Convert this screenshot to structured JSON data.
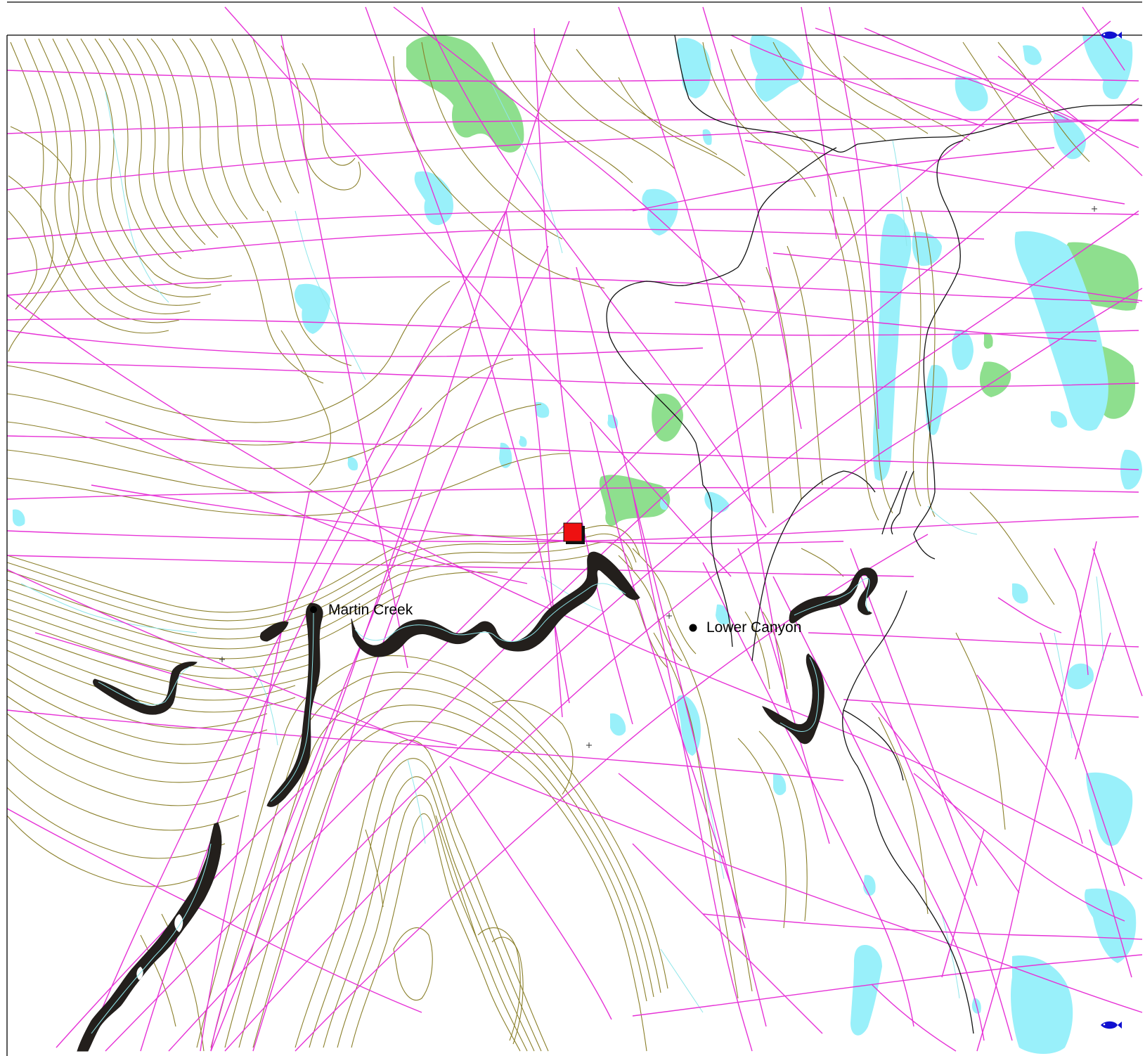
{
  "map": {
    "places": [
      {
        "id": "martin-creek",
        "label": "Martin Creek"
      },
      {
        "id": "lower-canyon",
        "label": "Lower Canyon"
      }
    ],
    "colors": {
      "background": "#ffffff",
      "frame": "#000000",
      "water": "#99f0fa",
      "stream": "#8fe6ea",
      "vegetation": "#8edf8e",
      "contour": "#8a7f2a",
      "track": "#e632d6",
      "road": "#111111",
      "river": "#231f1c",
      "marker": "#ee1111",
      "fish": "#1010d0"
    },
    "symbols": [
      "red-square-marker",
      "fish-icon",
      "place-dot",
      "survey-cross"
    ]
  }
}
